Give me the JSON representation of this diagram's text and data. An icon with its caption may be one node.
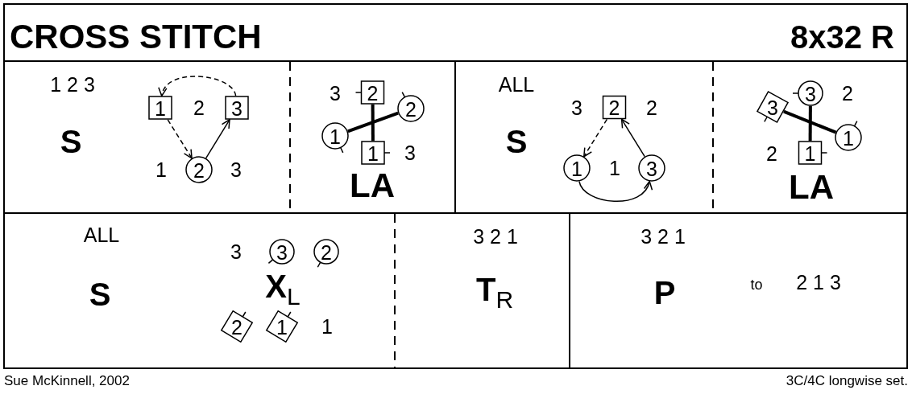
{
  "diagram": {
    "title": "CROSS STITCH",
    "nodes": [
      {
        "text": [
          "1 2 3",
          "S",
          "2",
          "1",
          "3"
        ]
      },
      {
        "text": [
          "1"
        ],
        "in": 0
      },
      {
        "text": [
          "3"
        ],
        "in": 0
      },
      {
        "text": [
          "2"
        ],
        "in": 0
      },
      {
        "text": [
          "3",
          "3",
          "LA"
        ]
      },
      {
        "text": [
          "2"
        ],
        "in": 4
      },
      {
        "text": [
          "2"
        ],
        "in": 4
      },
      {
        "text": [
          "1"
        ],
        "in": 4
      },
      {
        "text": [
          "1"
        ],
        "in": 4
      },
      {
        "text": [
          "ALL",
          "S",
          "3",
          "2",
          "1"
        ]
      },
      {
        "text": [
          "2"
        ],
        "in": 9
      },
      {
        "text": [
          "1"
        ],
        "in": 9
      },
      {
        "text": [
          "3"
        ],
        "in": 9
      },
      {
        "text": [
          "2",
          "2",
          "LA"
        ]
      },
      {
        "text": [
          "3"
        ],
        "in": 13
      },
      {
        "text": [
          "3"
        ],
        "in": 13
      },
      {
        "text": [
          "1"
        ],
        "in": 13
      },
      {
        "text": [
          "1"
        ],
        "in": 13
      },
      {
        "text": [
          "ALL",
          "S",
          "3",
          "X$_{L}$",
          "1"
        ]
      },
      {
        "text": [
          "3"
        ],
        "in": 18
      },
      {
        "text": [
          "2"
        ],
        "in": 18
      },
      {
        "text": [
          "2"
        ],
        "in": 18
      },
      {
        "text": [
          "1"
        ],
        "in": 18
      },
      {
        "text": [
          "3 2 1",
          "T$_{R}$"
        ]
      },
      {
        "text": [
          "3 2 1",
          "P",
          "to",
          "2 1 3"
        ]
      }
    ],
    "edges": [
      {
        "from": 2,
        "to": 1,
        "arrow": "to",
        "style": "dashed"
      },
      {
        "from": 1,
        "to": 3,
        "arrow": "to",
        "style": "dashed"
      },
      {
        "from": 3,
        "to": 2,
        "arrow": "to"
      },
      {
        "from": 5,
        "to": 8,
        "arrow": "none",
        "style": "thick"
      },
      {
        "from": 7,
        "to": 6,
        "arrow": "none",
        "style": "thick"
      },
      {
        "from": 10,
        "to": 11,
        "arrow": "to",
        "style": "dashed"
      },
      {
        "from": 12,
        "to": 10,
        "arrow": "to"
      },
      {
        "from": 11,
        "to": 12,
        "arrow": "to"
      },
      {
        "from": 14,
        "to": 17,
        "arrow": "none",
        "style": "thick"
      },
      {
        "from": 15,
        "to": 16,
        "arrow": "none",
        "style": "thick"
      }
    ],
    "labels": [
      "8x32 R",
      "Sue McKinnell, 2002",
      "3C/4C longwise set."
    ]
  }
}
